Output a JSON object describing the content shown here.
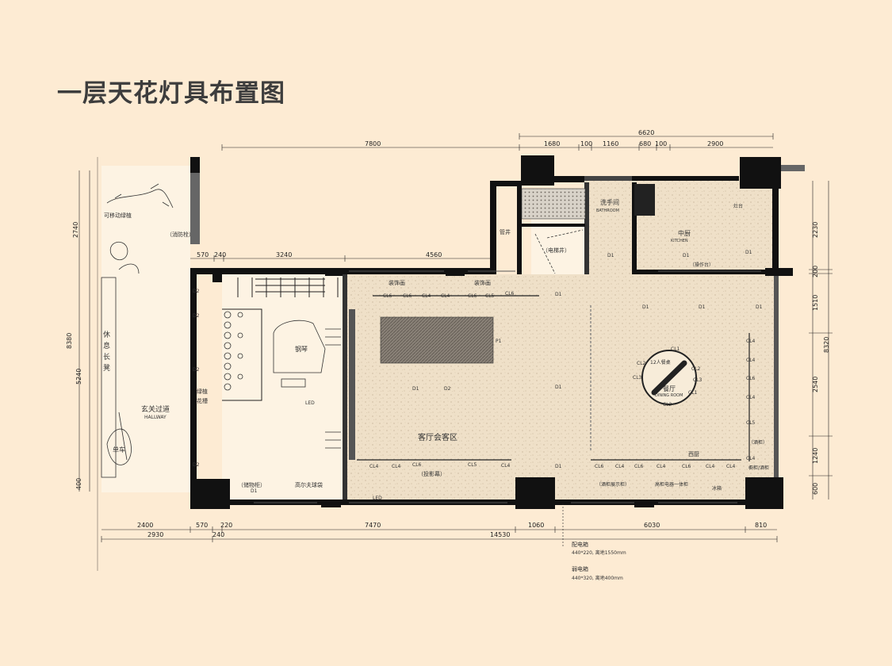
{
  "title": "一层天花灯具布置图",
  "colors": {
    "background": "#fdebd3",
    "wall": "#111111",
    "floor": "#efe0c8",
    "title": "#3d3d3d"
  },
  "rooms": {
    "hallway_cn": "玄关过道",
    "hallway_en": "HALLWAY",
    "rest_bench": [
      "休",
      "息",
      "长",
      "凳"
    ],
    "movable_plant": "可移动绿植",
    "fire_hydrant": "（消防栓）",
    "green_plant_1": "绿植",
    "green_plant_2": "花槽",
    "bicycle": "单车",
    "piano": "钢琴",
    "storage_cabinet": "（储物柜）",
    "golf_bag": "高尔夫球袋",
    "living_area": "客厅会客区",
    "projector": "（投影幕）",
    "deco_painting_1": "装饰画",
    "deco_painting_2": "装饰画",
    "washroom_cn": "洗手间",
    "washroom_en": "BATHROOM",
    "pipe_shaft": "管井",
    "elevator_shaft": "（电梯井）",
    "kitchen_cn": "中厨",
    "kitchen_en": "KITCHEN",
    "sink": "灶台",
    "kitchen_counter": "（操作台）",
    "dining_cn": "餐厅",
    "dining_en": "DINING ROOM",
    "dining_table": "12人餐桌",
    "west_kitchen": "西厨",
    "cabinet_1": "（酒柜展示柜）",
    "cabinet_2": "高柜电器一体柜",
    "fridge": "冰箱",
    "wine_cabinet": "（酒柜）",
    "side_cabinet": "橱柜/酒柜"
  },
  "lights": {
    "d1": "D1",
    "d2": "D2",
    "cl1": "CL1",
    "cl2": "CL2",
    "cl3": "CL3",
    "cl4": "CL4",
    "cl5": "CL5",
    "cl6": "CL6",
    "p1": "P1",
    "led": "LED"
  },
  "dims_top": {
    "overall_7800": "7800",
    "overall_6620": "6620",
    "d1680": "1680",
    "d100a": "100",
    "d1160": "1160",
    "d680": "680",
    "d100b": "100",
    "d2900": "2900",
    "d570": "570",
    "d240": "240",
    "d3240": "3240",
    "d4560": "4560"
  },
  "dims_bottom": {
    "d2400": "2400",
    "d570": "570",
    "d220": "220",
    "d7470": "7470",
    "d1060": "1060",
    "d6030": "6030",
    "d810": "810",
    "d2930": "2930",
    "d240": "240",
    "d14530": "14530"
  },
  "dims_left": {
    "d2740": "2740",
    "d8380": "8380",
    "d5240": "5240",
    "d400": "400"
  },
  "dims_right": {
    "d2230": "2230",
    "d200": "200",
    "d1510": "1510",
    "d8320": "8320",
    "d2540": "2540",
    "d1240": "1240",
    "d600": "600"
  },
  "notes": {
    "panel1_title": "配电箱",
    "panel1_spec": "440*220, 离地1550mm",
    "panel2_title": "弱电箱",
    "panel2_spec": "440*320, 离地400mm"
  }
}
